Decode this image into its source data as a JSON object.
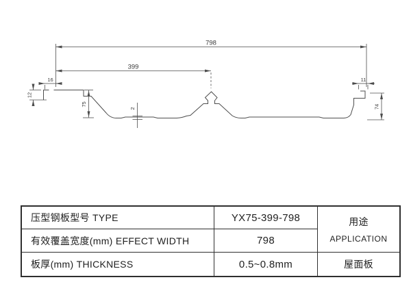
{
  "drawing": {
    "dims": {
      "overall_width": "798",
      "half_width": "399",
      "left_lip_width": "16",
      "left_lip_height": "12",
      "rib_height": "75",
      "stiffener_depth": "2",
      "right_lip_width": "11",
      "right_edge_height": "74"
    }
  },
  "table": {
    "rows": [
      {
        "label": "压型钢板型号 TYPE",
        "value": "YX75-399-798"
      },
      {
        "label": "有效覆盖宽度(mm) EFFECT WIDTH",
        "value": "798"
      },
      {
        "label": "板厚(mm) THICKNESS",
        "value": "0.5~0.8mm"
      }
    ],
    "usage_header_cn": "用途",
    "usage_header_en": "APPLICATION",
    "usage_value": "屋面板"
  },
  "colors": {
    "drawing_line": "#4d4d4d",
    "table_border": "#2e2e2e",
    "background": "#ffffff"
  }
}
